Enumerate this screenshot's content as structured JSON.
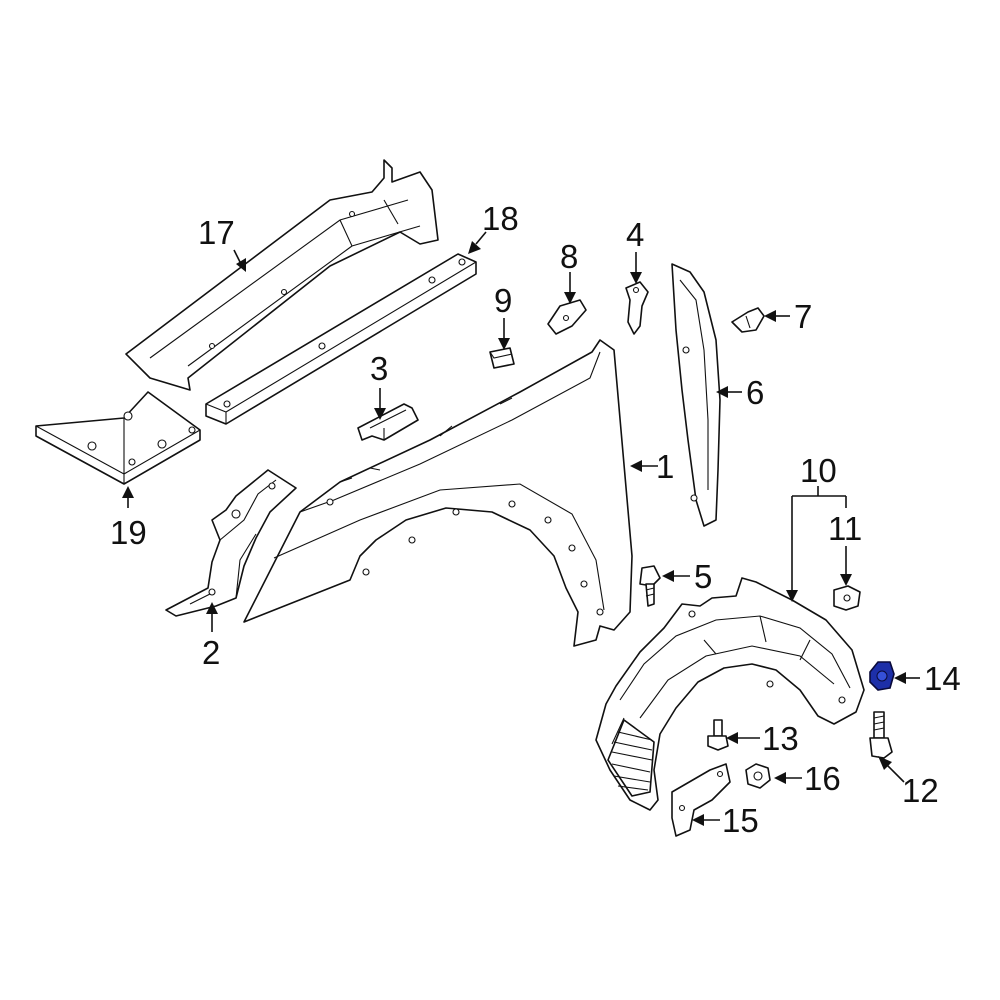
{
  "diagram": {
    "highlight_color": "#1d2fa8",
    "callouts": {
      "c1": "1",
      "c2": "2",
      "c3": "3",
      "c4": "4",
      "c5": "5",
      "c6": "6",
      "c7": "7",
      "c8": "8",
      "c9": "9",
      "c10": "10",
      "c11": "11",
      "c12": "12",
      "c13": "13",
      "c14": "14",
      "c15": "15",
      "c16": "16",
      "c17": "17",
      "c18": "18",
      "c19": "19"
    }
  }
}
